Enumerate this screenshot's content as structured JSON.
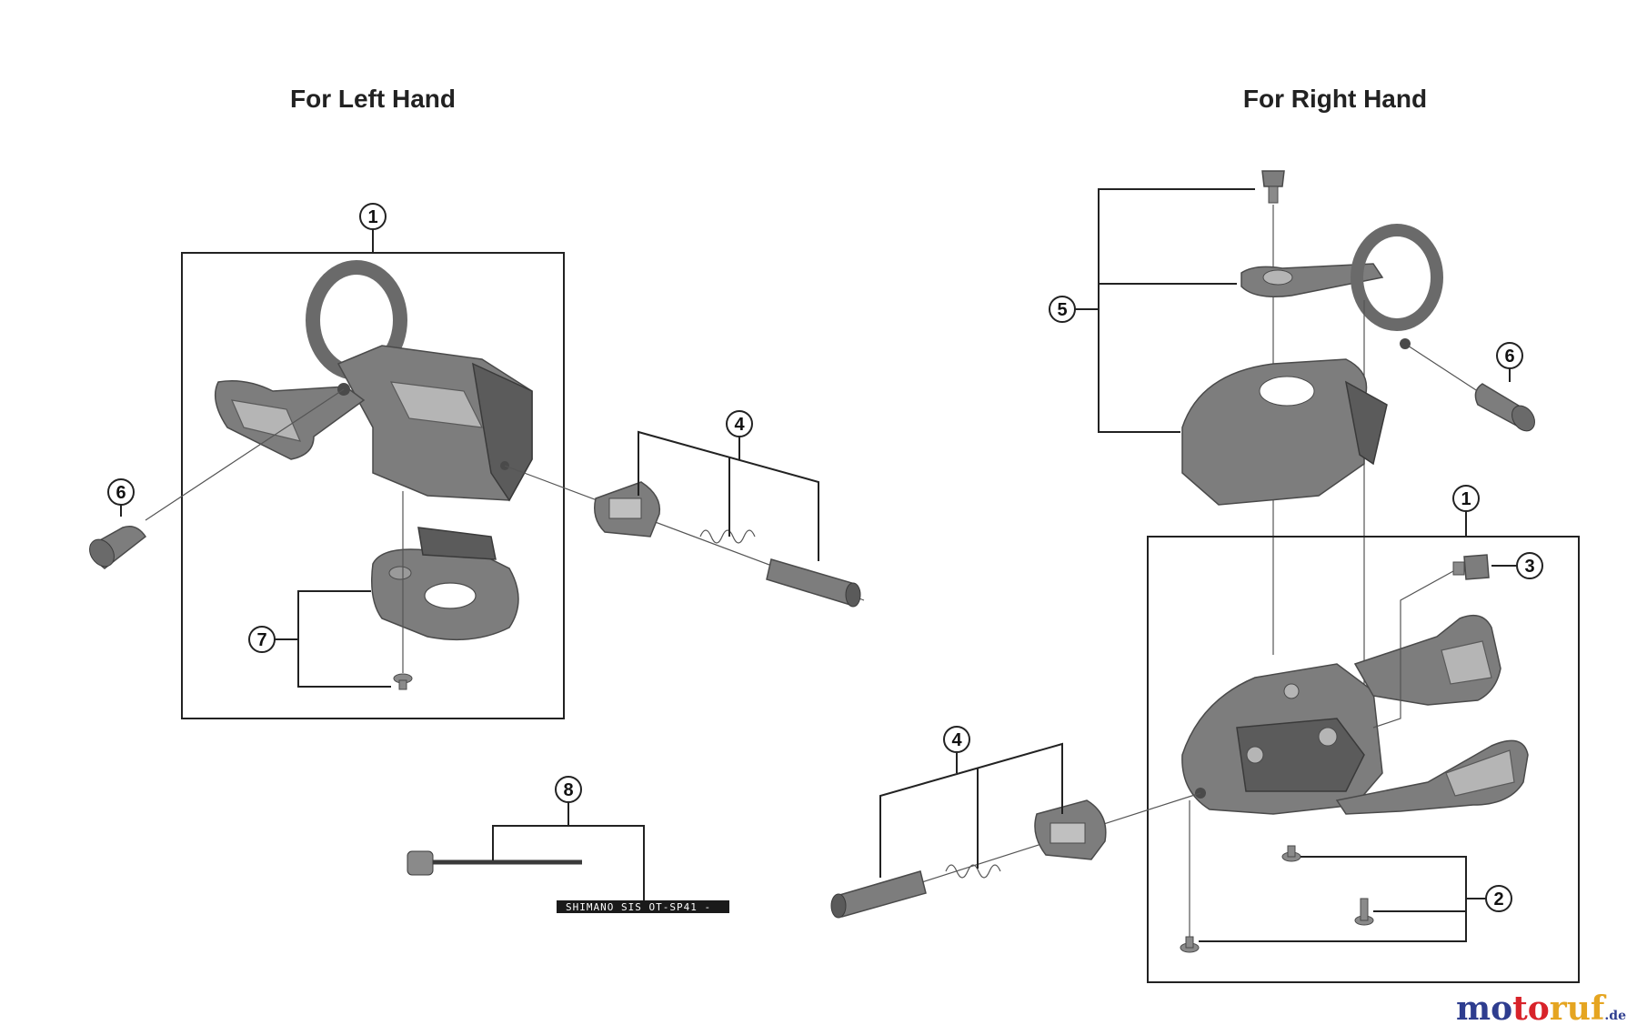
{
  "titles": {
    "left": "For Left Hand",
    "right": "For Right Hand"
  },
  "callouts": {
    "left_1": "1",
    "left_4": "4",
    "left_6": "6",
    "left_7": "7",
    "left_8": "8",
    "right_1": "1",
    "right_2": "2",
    "right_3": "3",
    "right_4": "4",
    "right_5": "5",
    "right_6": "6"
  },
  "cable_label": "SHIMANO SIS  OT-SP41 -",
  "watermark": {
    "part1": "mo",
    "part2": "to",
    "part3": "ruf",
    "tld": ".de"
  },
  "colors": {
    "part_gray": "#7d7d7d",
    "line": "#222222",
    "watermark_blue": "#2e3d8f",
    "watermark_red": "#d8232a",
    "watermark_yellow": "#e5a521"
  }
}
